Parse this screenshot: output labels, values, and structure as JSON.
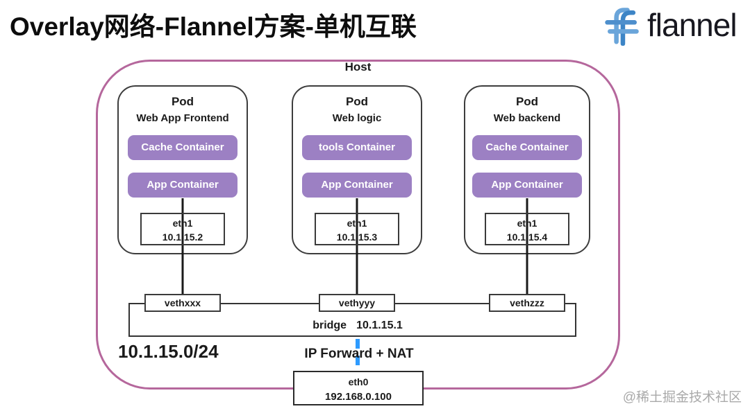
{
  "title": {
    "regular": "Overlay网络-Flannel方案-",
    "bold": "单机互联"
  },
  "logo": {
    "text": "flannel"
  },
  "host": {
    "label": "Host",
    "pods": [
      {
        "title": "Pod",
        "subtitle": "Web App Frontend",
        "containers": [
          "Cache Container",
          "App Container"
        ],
        "interface": {
          "name": "eth1",
          "ip": "10.1.15.2"
        },
        "veth": "vethxxx"
      },
      {
        "title": "Pod",
        "subtitle": "Web logic",
        "containers": [
          "tools Container",
          "App Container"
        ],
        "interface": {
          "name": "eth1",
          "ip": "10.1.15.3"
        },
        "veth": "vethyyy"
      },
      {
        "title": "Pod",
        "subtitle": "Web backend",
        "containers": [
          "Cache Container",
          "App Container"
        ],
        "interface": {
          "name": "eth1",
          "ip": "10.1.15.4"
        },
        "veth": "vethzzz"
      }
    ],
    "bridge": {
      "label": "bridge",
      "ip": "10.1.15.1"
    },
    "subnet": "10.1.15.0/24",
    "nat_label": "IP Forward + NAT",
    "external_interface": {
      "name": "eth0",
      "ip": "192.168.0.100"
    }
  },
  "watermark": "@稀土掘金技术社区",
  "colors": {
    "container_purple": "#9c80c3",
    "host_border": "#b5679c",
    "nat_link_blue": "#2e9bff"
  }
}
